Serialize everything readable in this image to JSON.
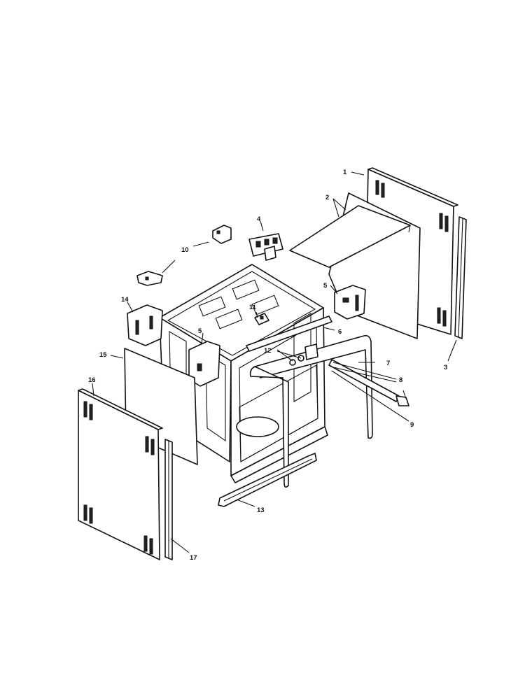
{
  "callouts": {
    "c1": "1",
    "c2": "2",
    "c3": "3",
    "c4": "4",
    "c5a": "5",
    "c5b": "5",
    "c6": "6",
    "c7": "7",
    "c8": "8",
    "c9": "9",
    "c10": "10",
    "c11": "11",
    "c12": "12",
    "c13": "13",
    "c14": "14",
    "c15": "15",
    "c16": "16",
    "c17": "17"
  }
}
